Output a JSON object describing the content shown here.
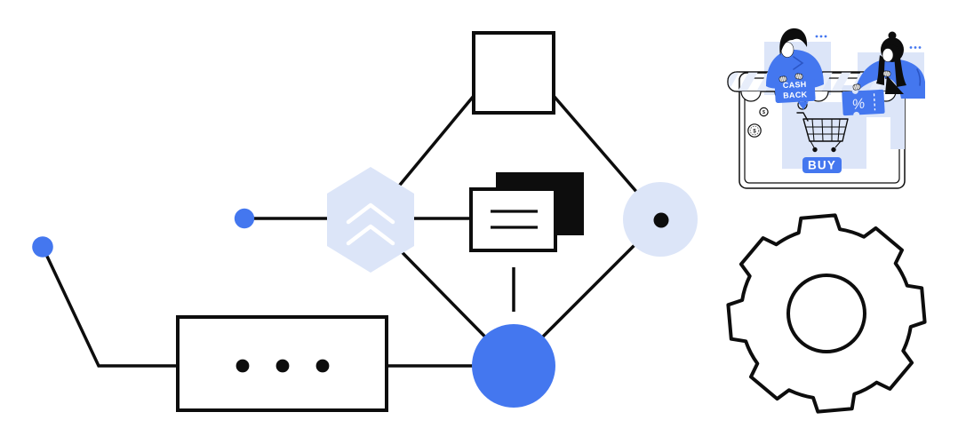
{
  "colors": {
    "accent": "#4477EF",
    "accent_dark": "#2B55C4",
    "light": "#DCE5F8",
    "stripe": "#E7EDFA",
    "ink": "#0D0D0D",
    "white": "#FFFFFF"
  },
  "illustration": {
    "name": "online-shopping-scene",
    "cashback_tag": {
      "line1": "CASH",
      "line2": "BACK"
    },
    "discount_coupon": {
      "symbol": "%"
    },
    "buy_button": {
      "label": "BUY"
    },
    "coins": [
      {
        "symbol": "$"
      },
      {
        "symbol": "$"
      },
      {
        "symbol": "$"
      }
    ]
  },
  "icons": {
    "gear": "settings-gear-icon",
    "cart": "shopping-cart-icon",
    "coin": "dollar-coin-icon",
    "browser_window": "browser-window-icon",
    "chevrons": "double-chevron-up-icon",
    "documents": "documents-icon",
    "target": "dot-circle-icon",
    "ellipsis": "ellipsis-dots-icon"
  }
}
